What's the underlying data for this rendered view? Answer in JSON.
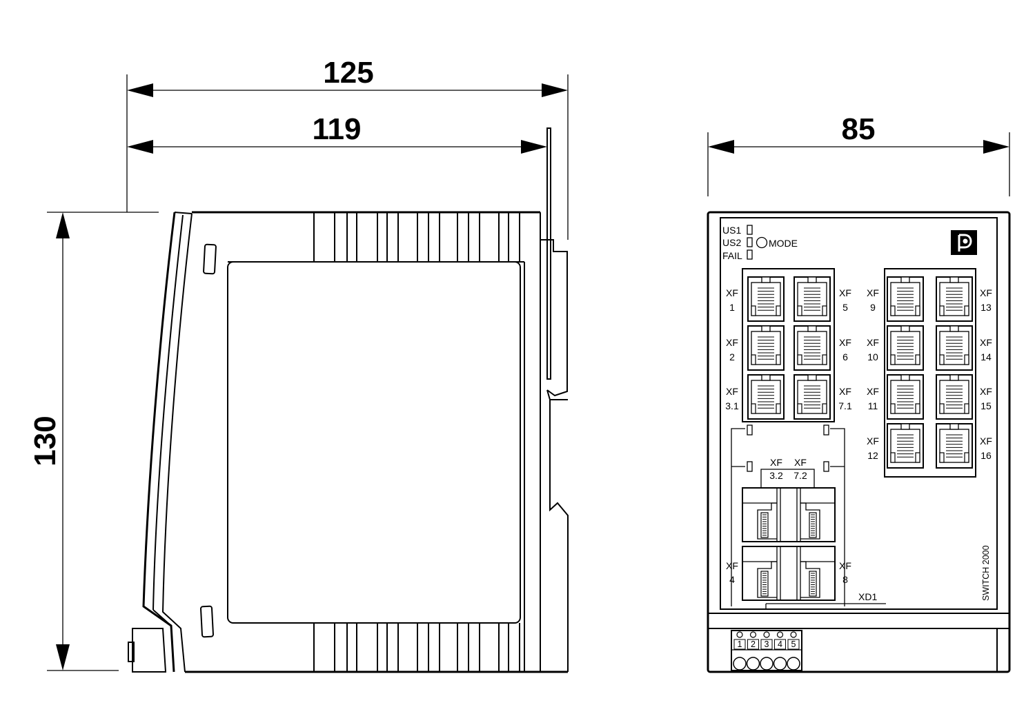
{
  "dimensions": {
    "width_total": "125",
    "width_body": "119",
    "height": "130",
    "front_width": "85"
  },
  "front": {
    "leds": [
      "US1",
      "US2",
      "FAIL"
    ],
    "mode_label": "MODE",
    "ports_left": [
      {
        "xf": "XF",
        "num": "1"
      },
      {
        "xf": "XF",
        "num": "2"
      },
      {
        "xf": "XF",
        "num": "3.1"
      }
    ],
    "ports_mid": [
      {
        "xf": "XF",
        "num": "5"
      },
      {
        "xf": "XF",
        "num": "6"
      },
      {
        "xf": "XF",
        "num": "7.1"
      }
    ],
    "ports_right_l": [
      {
        "xf": "XF",
        "num": "9"
      },
      {
        "xf": "XF",
        "num": "10"
      },
      {
        "xf": "XF",
        "num": "11"
      },
      {
        "xf": "XF",
        "num": "12"
      }
    ],
    "ports_right_r": [
      {
        "xf": "XF",
        "num": "13"
      },
      {
        "xf": "XF",
        "num": "14"
      },
      {
        "xf": "XF",
        "num": "15"
      },
      {
        "xf": "XF",
        "num": "16"
      }
    ],
    "sfp_top": [
      {
        "xf": "XF",
        "num": "3.2"
      },
      {
        "xf": "XF",
        "num": "7.2"
      }
    ],
    "sfp_bottom": [
      {
        "xf": "XF",
        "num": "4"
      },
      {
        "xf": "XF",
        "num": "8"
      }
    ],
    "connector_label": "XD1",
    "terminal_numbers": [
      "1",
      "2",
      "3",
      "4",
      "5"
    ],
    "product_name": "SWITCH 2000"
  }
}
